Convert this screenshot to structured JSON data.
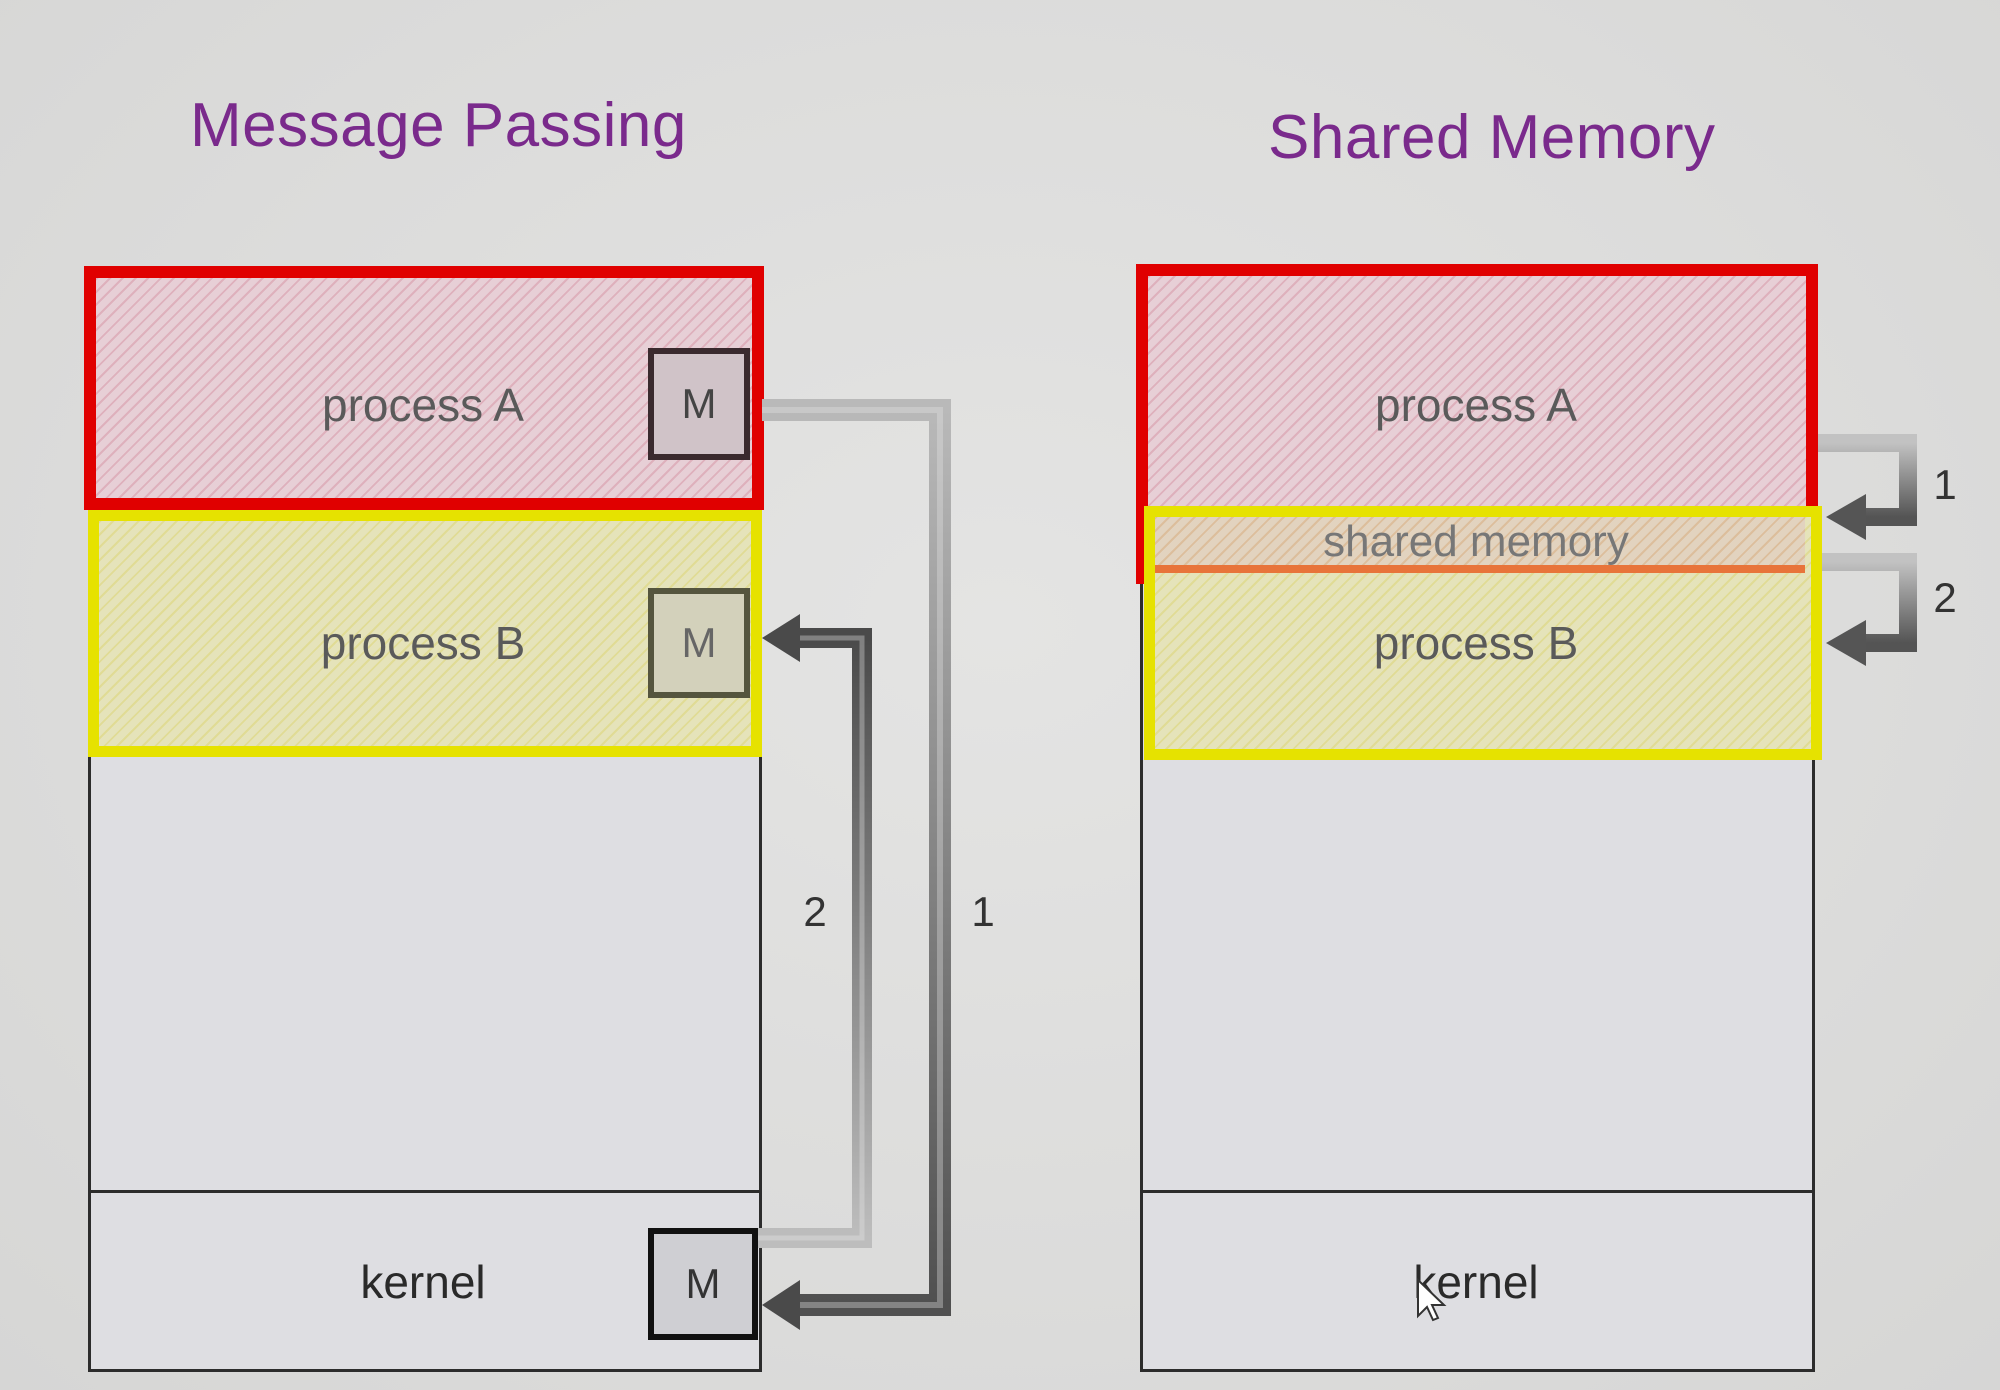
{
  "left_diagram": {
    "title": "Message Passing",
    "process_a": "process A",
    "process_b": "process B",
    "kernel": "kernel",
    "message_a": "M",
    "message_b": "M",
    "message_kernel": "M",
    "step_1": "1",
    "step_2": "2"
  },
  "right_diagram": {
    "title": "Shared Memory",
    "process_a": "process A",
    "shared_memory": "shared memory",
    "process_b": "process B",
    "kernel": "kernel",
    "step_1": "1",
    "step_2": "2"
  },
  "colors": {
    "title": "#7a2a8c",
    "process_a_border": "#e00000",
    "process_b_border": "#e6e200"
  }
}
